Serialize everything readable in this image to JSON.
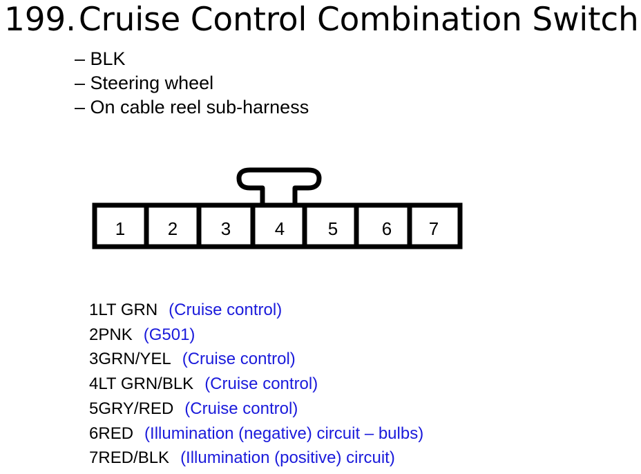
{
  "title": {
    "number": "199.",
    "text": "Cruise Control Combination Switch"
  },
  "details": [
    "– BLK",
    "– Steering wheel",
    "– On cable reel sub-harness"
  ],
  "connector": {
    "cavities": [
      "1",
      "2",
      "3",
      "4",
      "5",
      "6",
      "7"
    ]
  },
  "pins": [
    {
      "pin": "1",
      "wire": "LT GRN",
      "desc": "(Cruise control)"
    },
    {
      "pin": "2",
      "wire": "PNK",
      "desc": "(G501)"
    },
    {
      "pin": "3",
      "wire": "GRN/YEL",
      "desc": "(Cruise control)"
    },
    {
      "pin": "4",
      "wire": "LT GRN/BLK",
      "desc": "(Cruise control)"
    },
    {
      "pin": "5",
      "wire": "GRY/RED",
      "desc": "(Cruise control)"
    },
    {
      "pin": "6",
      "wire": "RED",
      "desc": "(Illumination (negative) circuit – bulbs)"
    },
    {
      "pin": "7",
      "wire": "RED/BLK",
      "desc": "(Illumination (positive) circuit)"
    }
  ],
  "colors": {
    "description_text": "#1a1adb",
    "outline": "#000000"
  }
}
